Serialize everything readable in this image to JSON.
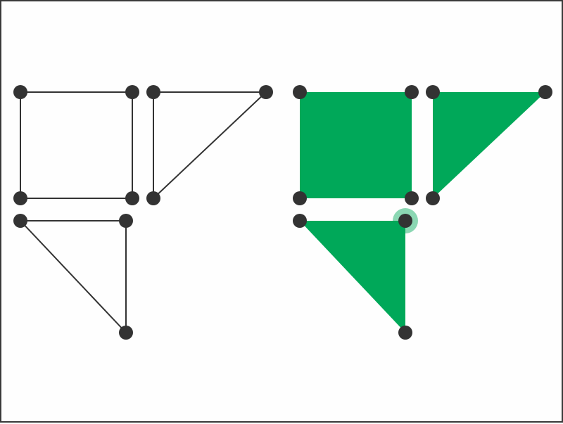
{
  "colors": {
    "frame": "#3a3a3a",
    "line": "#333333",
    "vertex": "#333333",
    "fill": "#00a859",
    "highlight": "#00a859"
  },
  "puzzle": {
    "target_pattern": {
      "shapes": [
        {
          "name": "square",
          "sides": 4
        },
        {
          "name": "right-triangle-upper",
          "sides": 3
        },
        {
          "name": "right-triangle-lower",
          "sides": 3
        }
      ]
    },
    "player_pattern": {
      "filled_shapes": [
        "square",
        "right-triangle-upper",
        "right-triangle-lower"
      ],
      "selected_vertex": "lower-triangle-top-right"
    }
  }
}
